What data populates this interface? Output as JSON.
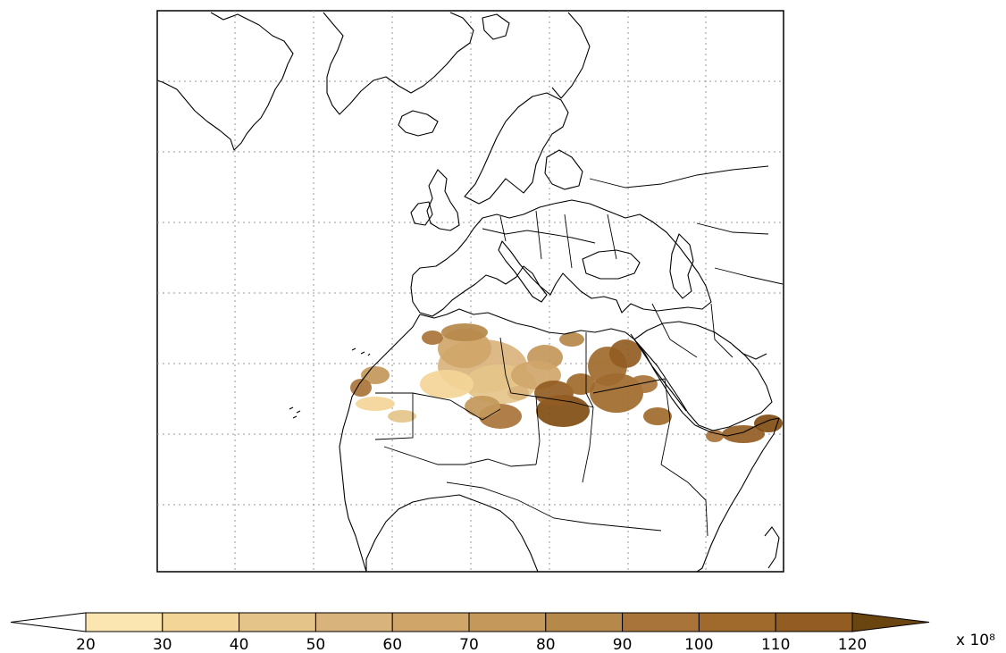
{
  "colorbar": {
    "levels": [
      20,
      30,
      40,
      50,
      60,
      70,
      80,
      90,
      100,
      110,
      120
    ],
    "tick_labels": [
      "20",
      "30",
      "40",
      "50",
      "60",
      "70",
      "80",
      "90",
      "100",
      "110",
      "120"
    ],
    "colors": [
      "#fbe5b0",
      "#f3d597",
      "#e5c48a",
      "#d9b37c",
      "#cfa56a",
      "#c3985a",
      "#b6884a",
      "#a9743a",
      "#a06a2c",
      "#935c22",
      "#804d12"
    ],
    "under_color": "#ffffff",
    "over_color": "#6b4510",
    "scale_label": "x 10⁸"
  },
  "map": {
    "region": "Europe / North Africa",
    "land_fill": "#ffffff",
    "coast_color": "#000000",
    "grid_color": "#9a9a9a",
    "grid_style": "dotted"
  }
}
